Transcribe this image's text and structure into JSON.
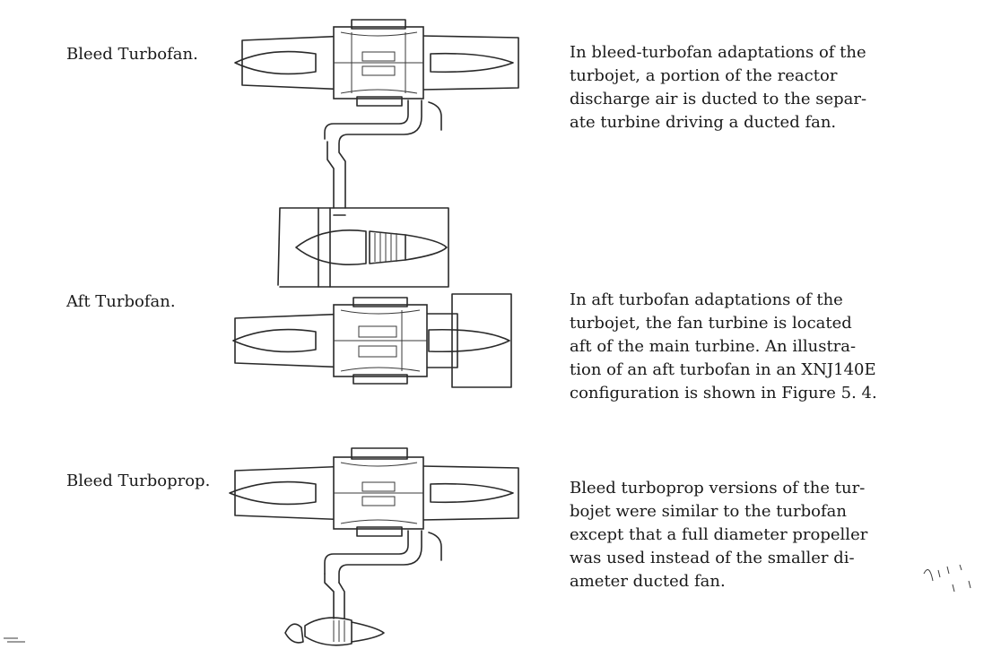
{
  "sections": [
    {
      "label": "Bleed Turbofan.",
      "description_lines": [
        "In bleed-turbofan adaptations of the",
        "turbojet,  a portion of the reactor",
        "discharge air is ducted to the separ-",
        "ate turbine driving a ducted fan."
      ]
    },
    {
      "label": "Aft Turbofan.",
      "description_lines": [
        "In aft turbofan adaptations of the",
        "turbojet,  the fan turbine is located",
        "aft of the main turbine.  An illustra-",
        "tion of an aft turbofan in an XNJ140E",
        "configuration is shown in Figure 5. 4."
      ]
    },
    {
      "label": "Bleed Turboprop.",
      "description_lines": [
        "Bleed turboprop versions of the tur-",
        "bojet were similar to the turbofan",
        "except that a full diameter propeller",
        "was used instead of the smaller di-",
        "ameter ducted fan."
      ]
    }
  ]
}
